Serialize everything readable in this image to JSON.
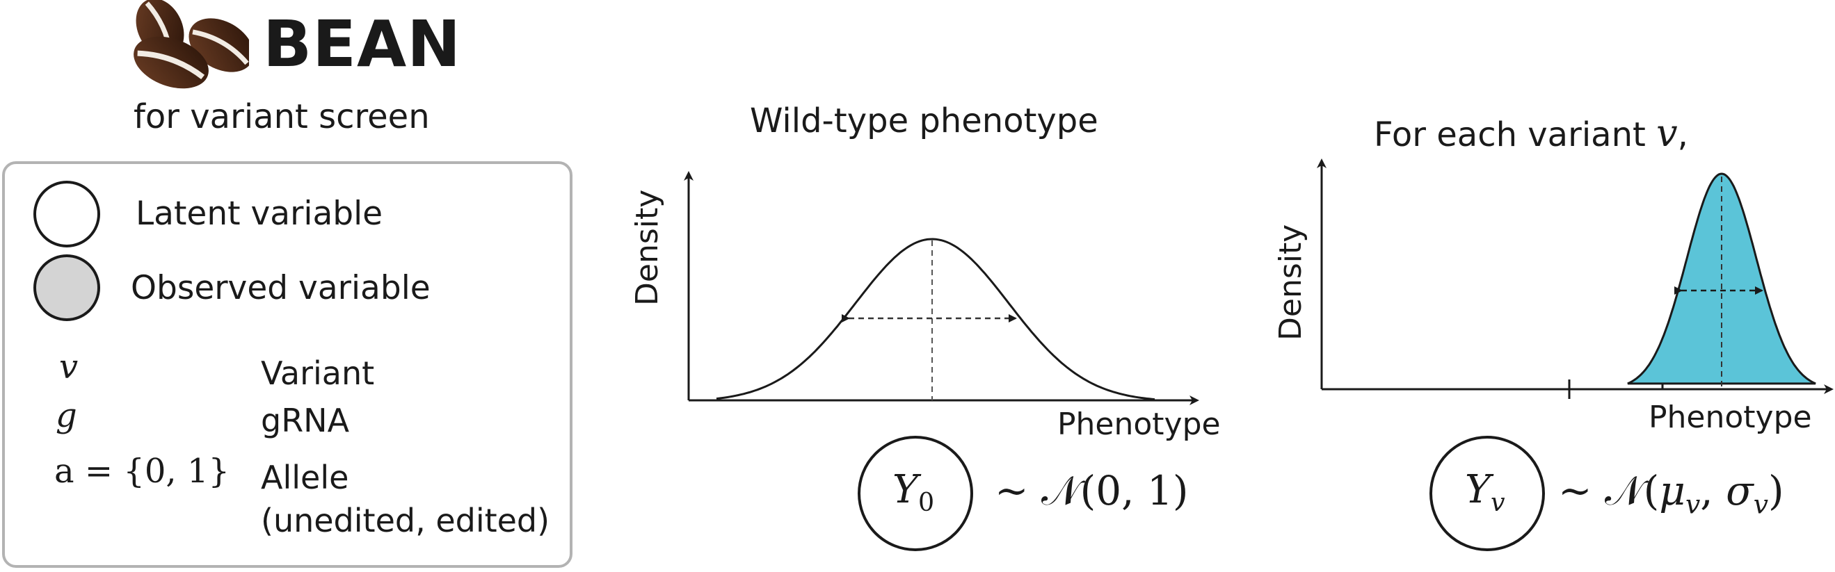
{
  "logo": {
    "icon": "coffee-beans-icon",
    "name": "BEAN",
    "subtitle": "for variant screen"
  },
  "legend": {
    "latent_label": "Latent variable",
    "observed_label": "Observed variable",
    "latent_fill": "#ffffff",
    "observed_fill": "#d4d4d4",
    "symbols": [
      {
        "symbol": "v",
        "description": "Variant"
      },
      {
        "symbol": "g",
        "description": "gRNA"
      },
      {
        "symbol": "a = {0, 1}",
        "description": "Allele",
        "description_sub": "(unedited, edited)"
      }
    ]
  },
  "wildtype": {
    "title": "Wild-type phenotype",
    "ylabel": "Density",
    "xlabel": "Phenotype",
    "node": "Y",
    "node_sub": "0",
    "distribution": "~ 𝒩(0, 1)"
  },
  "variant": {
    "title": "For each variant",
    "title_var": "v",
    "title_comma": ",",
    "ylabel": "Density",
    "xlabel": "Phenotype",
    "node": "Y",
    "node_sub": "v",
    "distribution_prefix": "~ 𝒩(",
    "mu": "μ",
    "sigma": "σ",
    "sub": "v",
    "distribution_suffix": ")",
    "fill_color": "#5bc4d8"
  }
}
